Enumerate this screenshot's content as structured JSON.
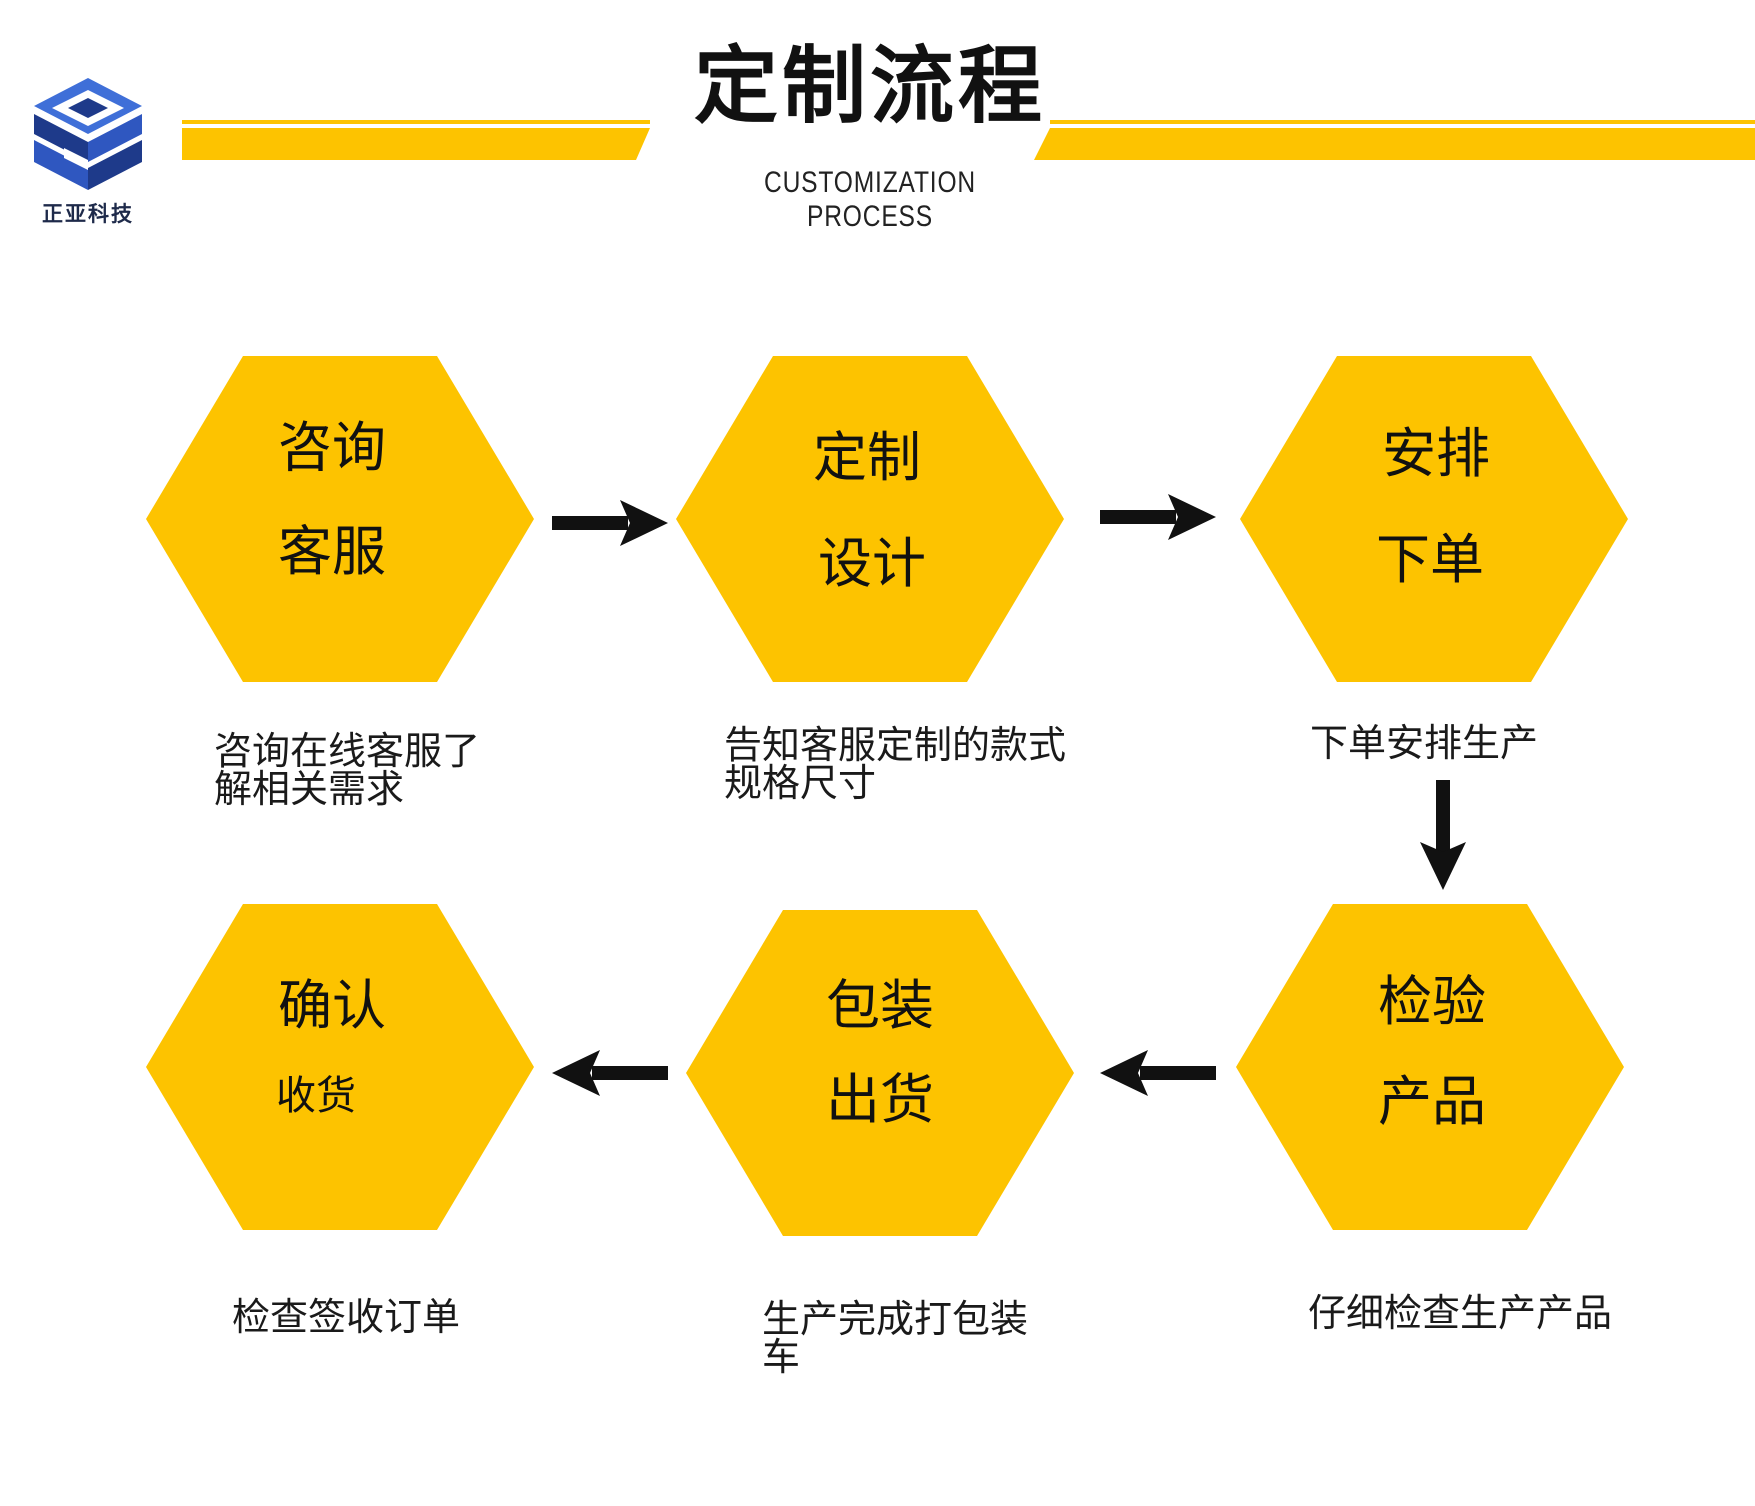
{
  "colors": {
    "accent": "#FDC300",
    "logo_dark": "#1E3A8A",
    "logo_light": "#3F6FD8",
    "text": "#111111"
  },
  "header": {
    "logo_text": "正亚科技",
    "title": "定制流程",
    "subtitle": "CUSTOMIZATION PROCESS"
  },
  "steps": [
    {
      "line1": "咨询",
      "line2": "客服",
      "description": "咨询在线客服了解相关需求"
    },
    {
      "line1": "定制",
      "line2": "设计",
      "description": "告知客服定制的款式规格尺寸"
    },
    {
      "line1": "安排",
      "line2": "下单",
      "description": "下单安排生产"
    },
    {
      "line1": "检验",
      "line2": "产品",
      "description": "仔细检查生产产品"
    },
    {
      "line1": "包装",
      "line2": "出货",
      "description": "生产完成打包装车"
    },
    {
      "line1": "确认",
      "line2": "收货",
      "description": "检查签收订单"
    }
  ],
  "icons": {
    "logo": "company-logo-icon",
    "arrow_right": "arrow-right-icon",
    "arrow_down": "arrow-down-icon",
    "arrow_left": "arrow-left-icon"
  }
}
